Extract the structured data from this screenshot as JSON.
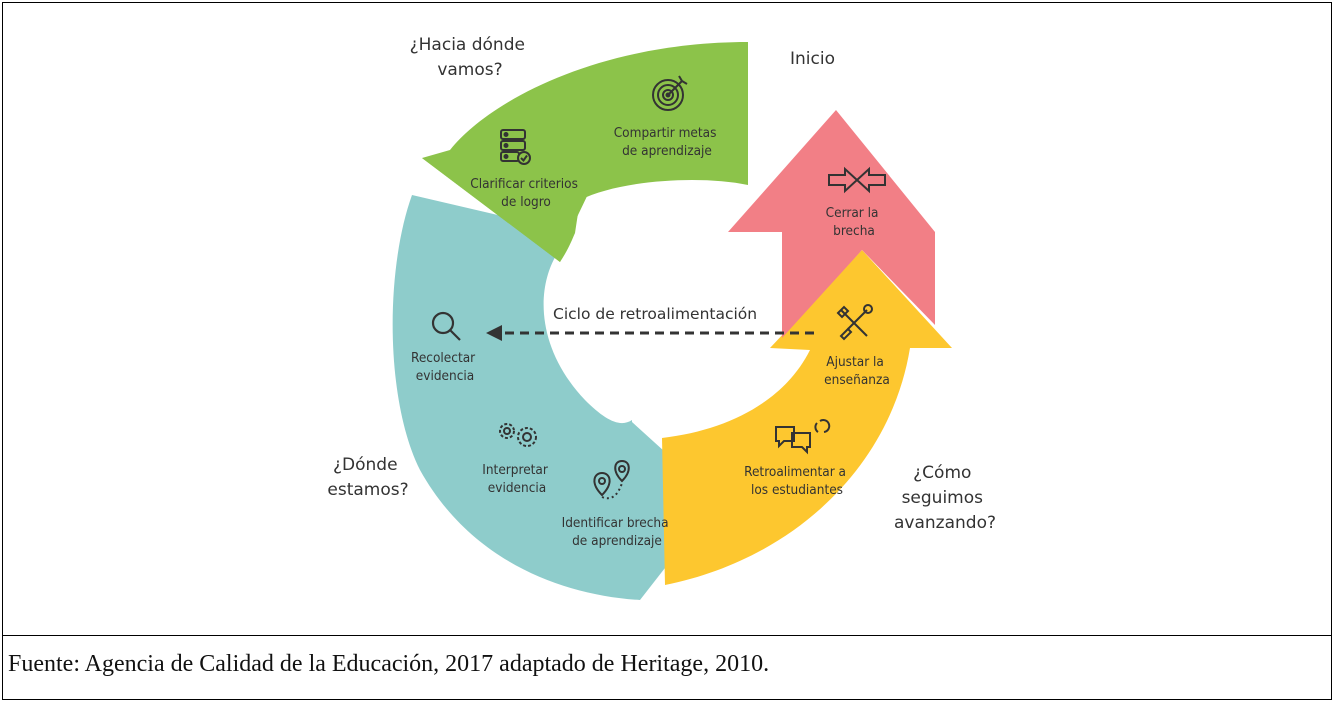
{
  "diagram": {
    "start_label": "Inicio",
    "cycle_label": "Ciclo de retroalimentación",
    "questions": {
      "q1": [
        "¿Hacia dónde",
        "vamos?"
      ],
      "q2": [
        "¿Dónde",
        "estamos?"
      ],
      "q3": [
        "¿Cómo",
        "seguimos",
        "avanzando?"
      ]
    },
    "steps": {
      "compartir": [
        "Compartir metas",
        "de aprendizaje"
      ],
      "clarificar": [
        "Clarificar criterios",
        "de logro"
      ],
      "recolectar": [
        "Recolectar",
        "evidencia"
      ],
      "interpretar": [
        "Interpretar",
        "evidencia"
      ],
      "identificar": [
        "Identificar brecha",
        "de aprendizaje"
      ],
      "retroalimentar": [
        "Retroalimentar a",
        "los estudiantes"
      ],
      "ajustar": [
        "Ajustar la",
        "enseñanza"
      ],
      "cerrar": [
        "Cerrar la",
        "brecha"
      ]
    },
    "colors": {
      "green": "#8cc34a",
      "teal": "#8ecccb",
      "yellow": "#fdc72f",
      "red": "#f27f86",
      "text": "#333333"
    }
  },
  "caption": "Fuente: Agencia de Calidad de la Educación, 2017 adaptado de Heritage, 2010."
}
